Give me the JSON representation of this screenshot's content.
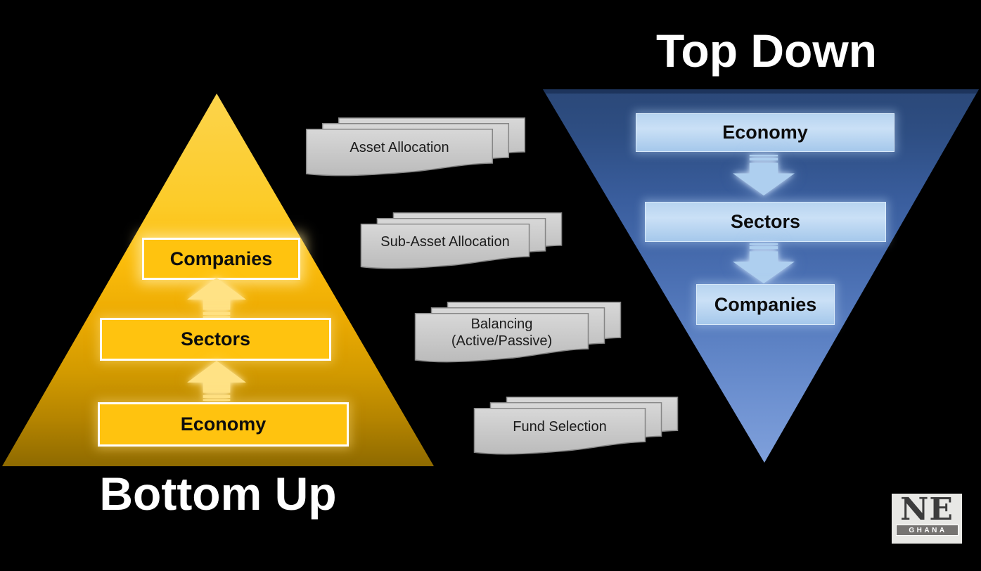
{
  "slide": {
    "background_color": "#000000"
  },
  "bottom_up": {
    "title": "Bottom Up",
    "direction": "up",
    "levels": [
      "Companies",
      "Sectors",
      "Economy"
    ]
  },
  "top_down": {
    "title": "Top Down",
    "direction": "down",
    "levels": [
      "Economy",
      "Sectors",
      "Companies"
    ]
  },
  "process_cards": [
    "Asset Allocation",
    "Sub-Asset Allocation",
    "Balancing\n(Active/Passive)",
    "Fund Selection"
  ],
  "logo": {
    "name": "NE",
    "sub": "GHANA"
  },
  "colors": {
    "pyramid_gold_top": "#FCD44C",
    "pyramid_gold_bottom": "#8E6A00",
    "level_box_gold": "#FFC30F",
    "funnel_blue_top": "#2B4878",
    "funnel_blue_tip": "#7FA0DB",
    "level_box_blue": "#BDD7EE",
    "arrow_yellow": "#FFE285",
    "arrow_blue": "#AECFEF",
    "card_gray": "#C9C9C9",
    "title_text": "#FFFFFF"
  }
}
